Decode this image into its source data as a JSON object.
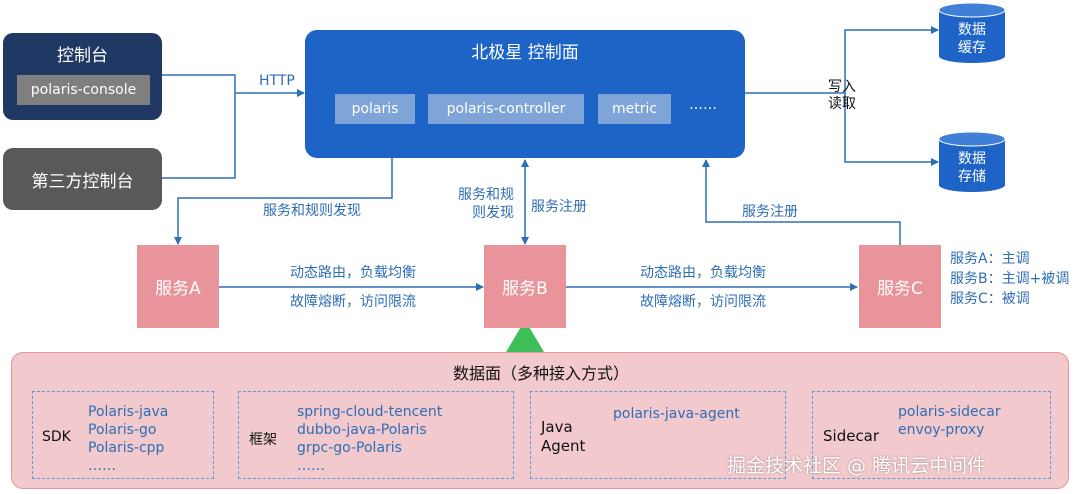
{
  "console_box": {
    "title": "控制台",
    "sub": "polaris-console"
  },
  "third_party_box": {
    "title": "第三方控制台"
  },
  "http_label": "HTTP",
  "control_plane": {
    "title": "北极星 控制面",
    "items": [
      "polaris",
      "polaris-controller",
      "metric",
      "……"
    ]
  },
  "storage": {
    "label_write": "写入",
    "label_read": "读取",
    "cache_line1": "数据",
    "cache_line2": "缓存",
    "store_line1": "数据",
    "store_line2": "存储"
  },
  "links": {
    "svc_rule_discovery": "服务和规则发现",
    "svc_rule_discovery_b_l1": "服务和规",
    "svc_rule_discovery_b_l2": "则发现",
    "register_b": "服务注册",
    "register_c": "服务注册",
    "ab_top": "动态路由，负载均衡",
    "ab_bottom": "故障熔断，访问限流",
    "bc_top": "动态路由，负载均衡",
    "bc_bottom": "故障熔断，访问限流"
  },
  "services": {
    "a": "服务A",
    "b": "服务B",
    "c": "服务C"
  },
  "roles": [
    "服务A：主调",
    "服务B：主调+被调",
    "服务C：被调"
  ],
  "data_plane": {
    "title": "数据面（多种接入方式）",
    "groups": [
      {
        "label": "SDK",
        "items": [
          "Polaris-java",
          "Polaris-go",
          "Polaris-cpp",
          "……"
        ]
      },
      {
        "label": "框架",
        "items": [
          "spring-cloud-tencent",
          "dubbo-java-Polaris",
          "grpc-go-Polaris",
          "……"
        ]
      },
      {
        "label_l1": "Java",
        "label_l2": "Agent",
        "items": [
          "polaris-java-agent"
        ]
      },
      {
        "label": "Sidecar",
        "items": [
          "polaris-sidecar",
          "envoy-proxy"
        ]
      }
    ]
  },
  "watermark": "掘金技术社区 @ 腾讯云中间件",
  "colors": {
    "navy": "#1f3864",
    "gray": "#595959",
    "blue": "#1e63c6",
    "pink": "#e8949a",
    "panel": "#f2c9cc",
    "green": "#3fbf5a",
    "text_blue": "#2f6eb5"
  }
}
